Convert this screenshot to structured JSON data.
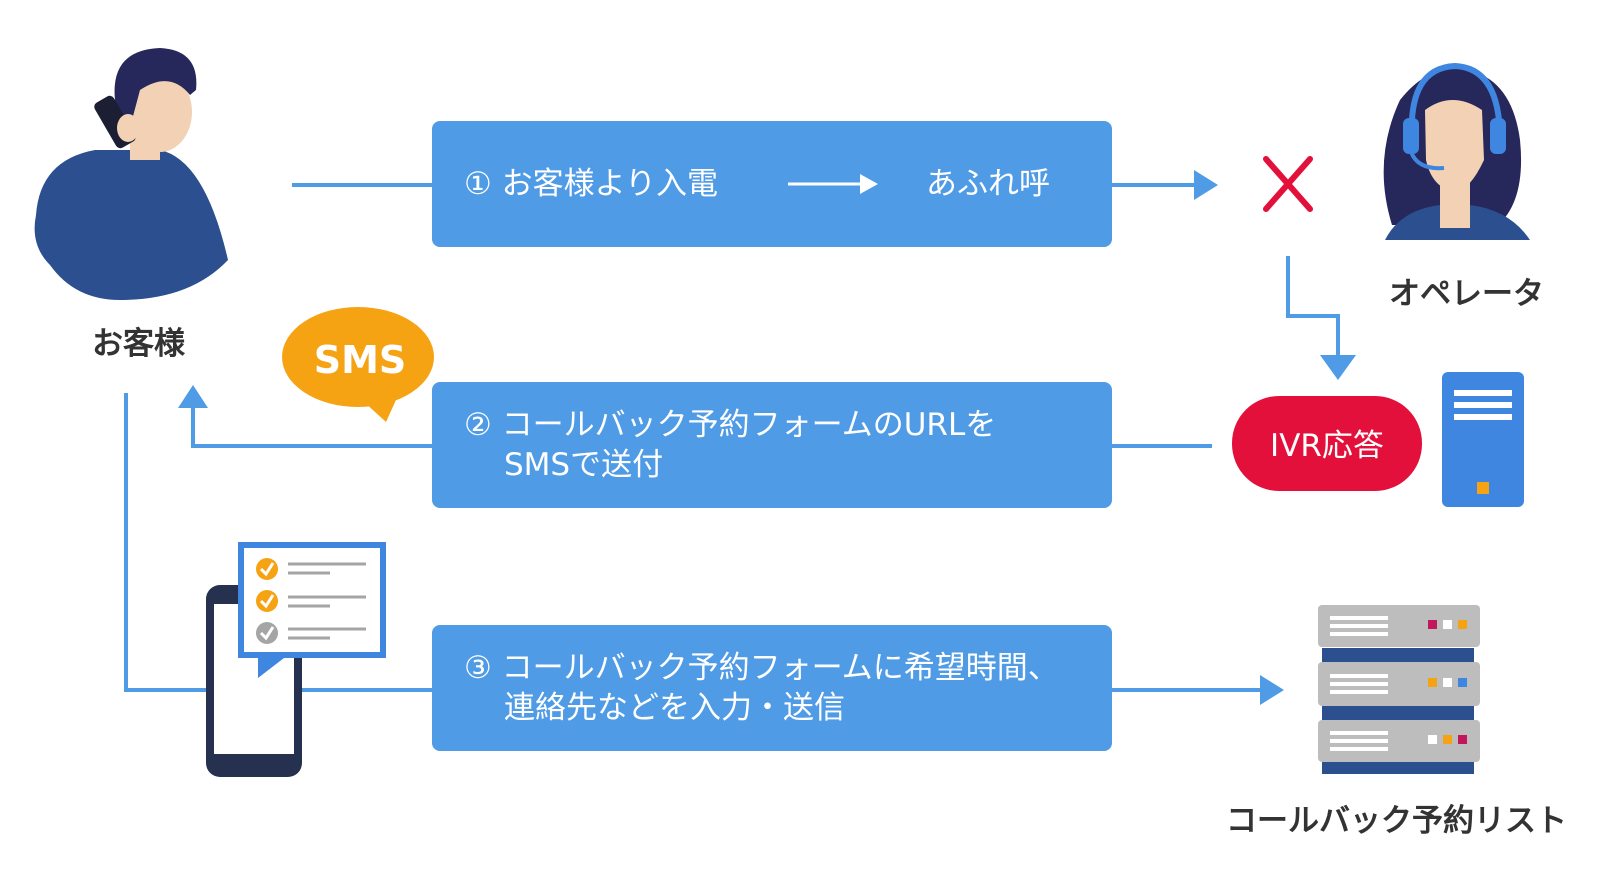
{
  "customer": {
    "label": "お客様"
  },
  "operator": {
    "label": "オペレータ"
  },
  "sms_bubble": {
    "label": "SMS"
  },
  "ivr": {
    "label": "IVR応答"
  },
  "callback_list": {
    "label": "コールバック予約リスト"
  },
  "steps": [
    {
      "line1": "① お客様より入電",
      "result": "あふれ呼"
    },
    {
      "line1": "② コールバック予約フォームのURLを",
      "line2": "SMSで送付"
    },
    {
      "line1": "③ コールバック予約フォームに希望時間、",
      "line2": "連絡先などを入力・送信"
    }
  ],
  "colors": {
    "box": "#4f9be5",
    "arrow": "#4f9be5",
    "sms_bubble": "#f5a313",
    "ivr": "#e3103b",
    "cross": "#e3103b",
    "person": "#2c4f8f",
    "server_blue": "#3f86e0"
  }
}
